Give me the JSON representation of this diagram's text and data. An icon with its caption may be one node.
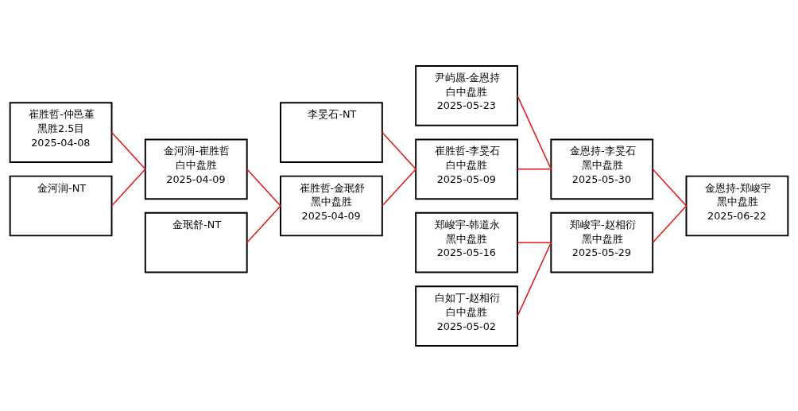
{
  "diagram": {
    "nodes": [
      {
        "text": [
          "崔胜哲-仲邑堇",
          "黑胜2.5目",
          "2025-04-08"
        ]
      },
      {
        "text": [
          "金河润-NT"
        ]
      },
      {
        "text": [
          "金河润-崔胜哲",
          "白中盘胜",
          "2025-04-09"
        ]
      },
      {
        "text": [
          "金珉舒-NT"
        ]
      },
      {
        "text": [
          "崔胜哲-金珉舒",
          "黑中盘胜",
          "2025-04-09"
        ]
      },
      {
        "text": [
          "李旻石-NT"
        ]
      },
      {
        "text": [
          "崔胜哲-李旻石",
          "白中盘胜",
          "2025-05-09"
        ]
      },
      {
        "text": [
          "尹屿愿-金恩持",
          "白中盘胜",
          "2025-05-23"
        ]
      },
      {
        "text": [
          "金恩持-李旻石",
          "黑中盘胜",
          "2025-05-30"
        ]
      },
      {
        "text": [
          "金恩持-郑峻宇",
          "黑中盘胜",
          "2025-06-22"
        ]
      },
      {
        "text": [
          "郑峻宇-韩道永",
          "黑中盘胜",
          "2025-05-16"
        ]
      },
      {
        "text": [
          "白如丁-赵相衍",
          "白中盘胜",
          "2025-05-02"
        ]
      },
      {
        "text": [
          "郑峻宇-赵相衍",
          "黑中盘胜",
          "2025-05-29"
        ]
      }
    ],
    "edges": [
      {
        "from": 0,
        "to": 2,
        "arrow": "none"
      },
      {
        "from": 1,
        "to": 2,
        "arrow": "none"
      },
      {
        "from": 5,
        "to": 6,
        "arrow": "none"
      },
      {
        "from": 2,
        "to": 4,
        "arrow": "none"
      },
      {
        "from": 3,
        "to": 4,
        "arrow": "none"
      },
      {
        "from": 7,
        "to": 8,
        "arrow": "none"
      },
      {
        "from": 4,
        "to": 6,
        "arrow": "none"
      },
      {
        "from": 6,
        "to": 8,
        "arrow": "none"
      },
      {
        "from": 8,
        "to": 9,
        "arrow": "none"
      },
      {
        "from": 10,
        "to": 12,
        "arrow": "none"
      },
      {
        "from": 11,
        "to": 12,
        "arrow": "none"
      },
      {
        "from": 12,
        "to": 9,
        "arrow": "none"
      }
    ]
  }
}
